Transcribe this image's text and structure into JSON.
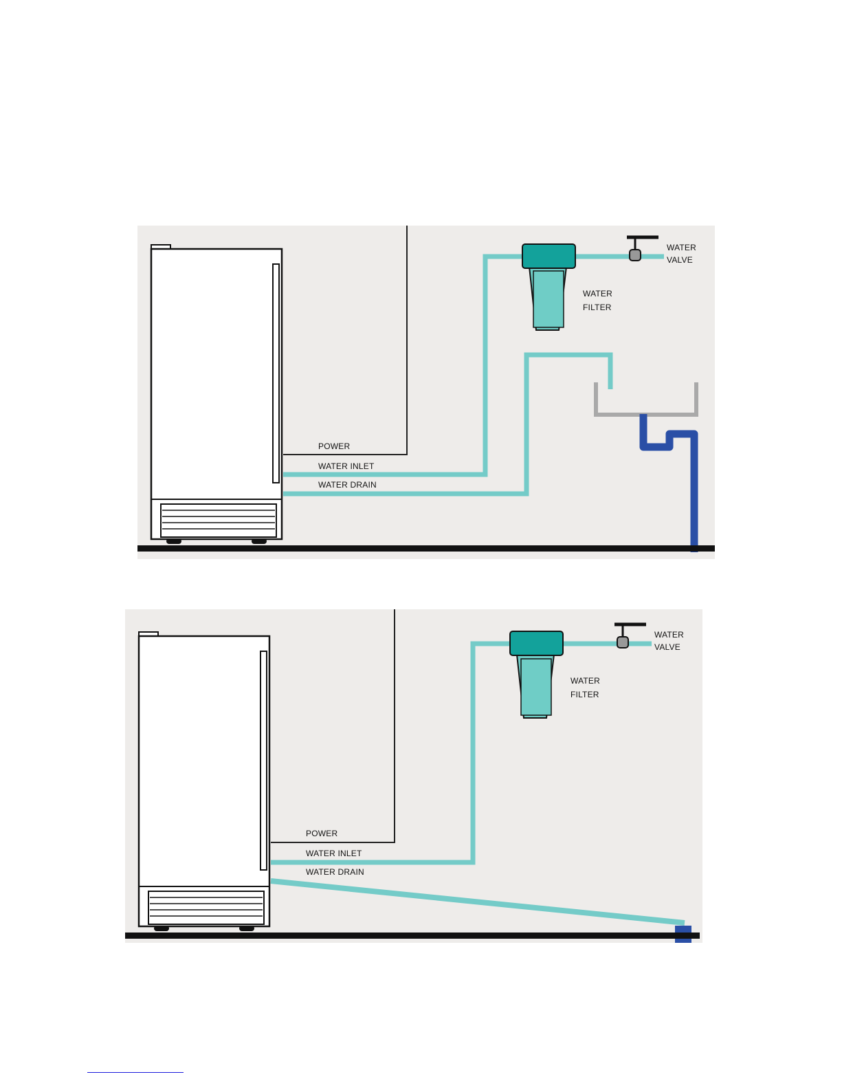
{
  "diagrams": [
    {
      "id": "top",
      "labels": {
        "power": "POWER",
        "water_inlet": "WATER INLET",
        "water_drain": "WATER DRAIN",
        "water_filter_line1": "WATER",
        "water_filter_line2": "FILTER",
        "water_valve_line1": "WATER",
        "water_valve_line2": "VALVE"
      }
    },
    {
      "id": "bottom",
      "labels": {
        "power": "POWER",
        "water_inlet": "WATER INLET",
        "water_drain": "WATER DRAIN",
        "water_filter_line1": "WATER",
        "water_filter_line2": "FILTER",
        "water_valve_line1": "WATER",
        "water_valve_line2": "VALVE"
      }
    }
  ],
  "colors": {
    "background_panel": "#eeecea",
    "water_line": "#74cbc8",
    "drain_pipe": "#2a4fa6",
    "filter_head": "#13a29b",
    "filter_body": "#6fcdc6",
    "sink_gray": "#a9a9a9",
    "outline": "#111111"
  }
}
